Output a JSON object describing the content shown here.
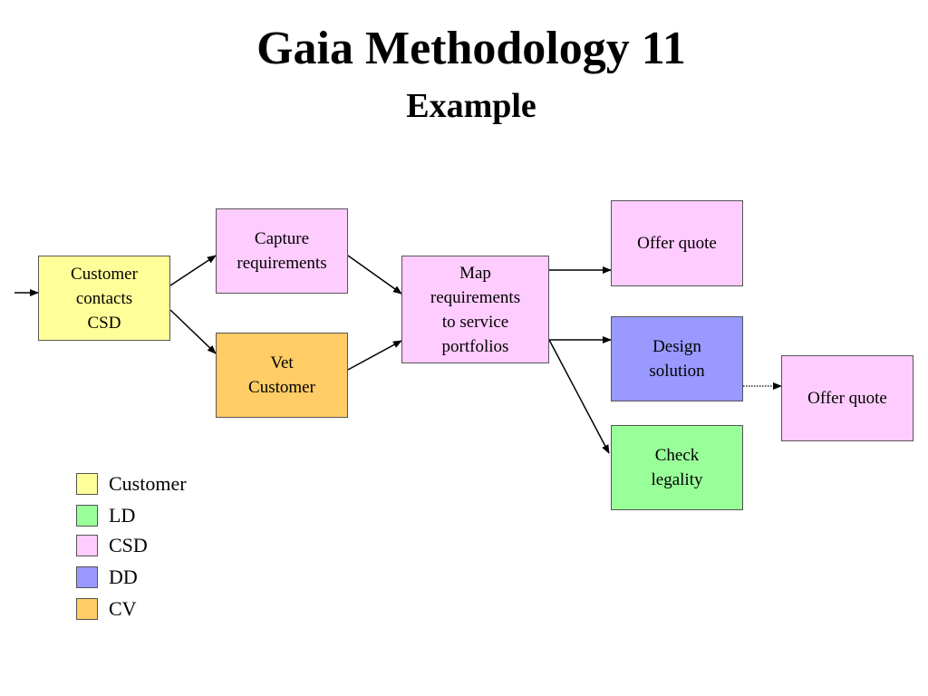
{
  "title": "Gaia Methodology 11",
  "subtitle": "Example",
  "colors": {
    "customer": "#ffff99",
    "ld": "#99ff99",
    "csd": "#ffccff",
    "dd": "#9999ff",
    "cv": "#ffcc66"
  },
  "nodes": {
    "customer_contacts": {
      "label": "Customer\ncontacts\nCSD",
      "role": "Customer"
    },
    "capture_requirements": {
      "label": "Capture\nrequirements",
      "role": "CSD"
    },
    "vet_customer": {
      "label": "Vet\nCustomer",
      "role": "CV"
    },
    "map_requirements": {
      "label": "Map\nrequirements\nto service\nportfolios",
      "role": "CSD"
    },
    "offer_quote_1": {
      "label": "Offer quote",
      "role": "CSD"
    },
    "design_solution": {
      "label": "Design\nsolution",
      "role": "DD"
    },
    "check_legality": {
      "label": "Check\nlegality",
      "role": "LD"
    },
    "offer_quote_2": {
      "label": "Offer quote",
      "role": "CSD"
    }
  },
  "legend": [
    {
      "label": "Customer",
      "color": "#ffff99"
    },
    {
      "label": "LD",
      "color": "#99ff99"
    },
    {
      "label": "CSD",
      "color": "#ffccff"
    },
    {
      "label": "DD",
      "color": "#9999ff"
    },
    {
      "label": "CV",
      "color": "#ffcc66"
    }
  ]
}
